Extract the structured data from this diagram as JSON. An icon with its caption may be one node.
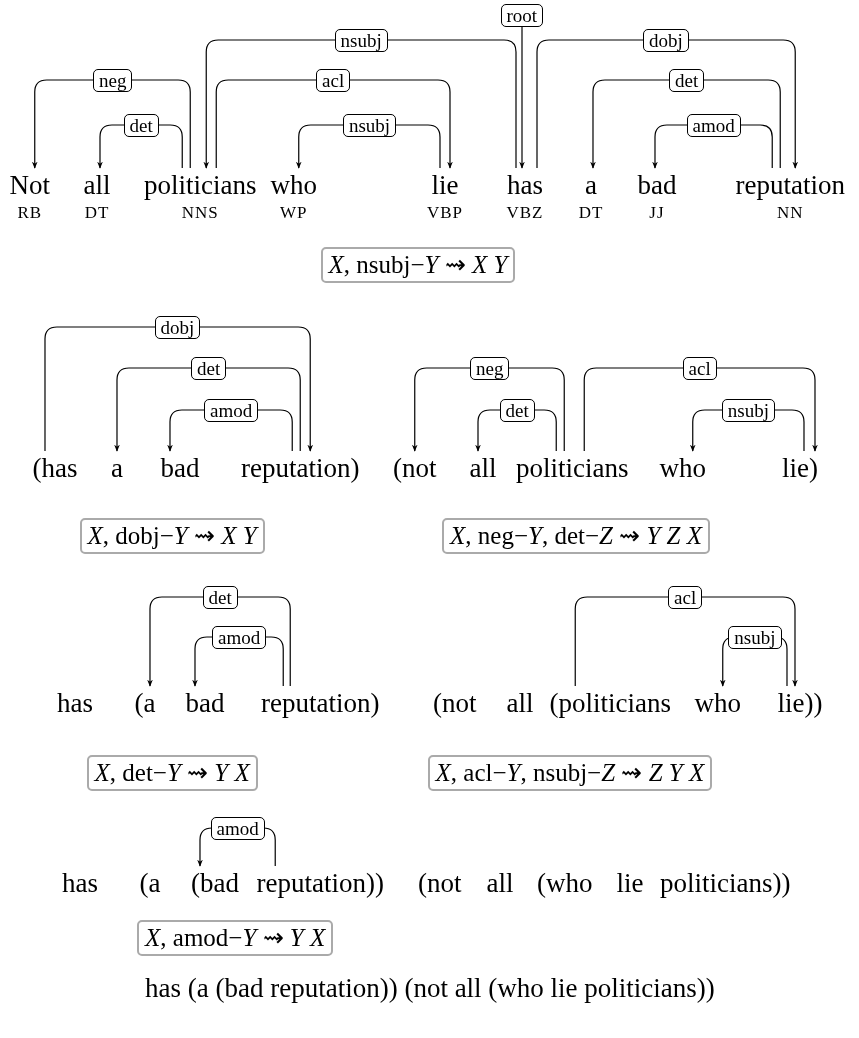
{
  "diagram": {
    "nodes": [
      {
        "text": [
          "Not"
        ],
        "beside": [
          "RB"
        ]
      },
      {
        "text": [
          "all"
        ],
        "beside": [
          "DT"
        ]
      },
      {
        "text": [
          "politicians"
        ],
        "beside": [
          "NNS"
        ]
      },
      {
        "text": [
          "who"
        ],
        "beside": [
          "WP"
        ]
      },
      {
        "text": [
          "lie"
        ],
        "beside": [
          "VBP"
        ]
      },
      {
        "text": [
          "has"
        ],
        "beside": [
          "VBZ"
        ]
      },
      {
        "text": [
          "a"
        ],
        "beside": [
          "DT"
        ]
      },
      {
        "text": [
          "bad"
        ],
        "beside": [
          "JJ"
        ]
      },
      {
        "text": [
          "reputation"
        ],
        "beside": [
          "NN"
        ]
      },
      {
        "text": [
          "*X*, nsubj−*Y* ⇝ *X* *Y*"
        ]
      },
      {
        "text": [
          "(has"
        ]
      },
      {
        "text": [
          "a"
        ]
      },
      {
        "text": [
          "bad"
        ]
      },
      {
        "text": [
          "reputation)"
        ]
      },
      {
        "text": [
          "(not"
        ]
      },
      {
        "text": [
          "all"
        ]
      },
      {
        "text": [
          "politicians"
        ]
      },
      {
        "text": [
          "who"
        ]
      },
      {
        "text": [
          "lie)"
        ]
      },
      {
        "text": [
          "*X*, dobj−*Y* ⇝ *X* *Y*"
        ]
      },
      {
        "text": [
          "*X*, neg−*Y*, det−*Z* ⇝ *Y* *Z* *X*"
        ]
      },
      {
        "text": [
          "has"
        ]
      },
      {
        "text": [
          "(a"
        ]
      },
      {
        "text": [
          "bad"
        ]
      },
      {
        "text": [
          "reputation)"
        ]
      },
      {
        "text": [
          "(not"
        ]
      },
      {
        "text": [
          "all"
        ]
      },
      {
        "text": [
          "(politicians"
        ]
      },
      {
        "text": [
          "who"
        ]
      },
      {
        "text": [
          "lie))"
        ]
      },
      {
        "text": [
          "*X*, det−*Y* ⇝ *Y* *X*"
        ]
      },
      {
        "text": [
          "*X*, acl−*Y*, nsubj−*Z* ⇝ *Z* *Y* *X*"
        ]
      },
      {
        "text": [
          "has"
        ]
      },
      {
        "text": [
          "(a"
        ]
      },
      {
        "text": [
          "(bad"
        ]
      },
      {
        "text": [
          "reputation))"
        ]
      },
      {
        "text": [
          "(not"
        ]
      },
      {
        "text": [
          "all"
        ]
      },
      {
        "text": [
          "(who"
        ]
      },
      {
        "text": [
          "lie"
        ]
      },
      {
        "text": [
          "politicians))"
        ]
      },
      {
        "text": [
          "*X*, amod−*Y* ⇝ *Y* *X*"
        ]
      }
    ],
    "edges": [
      {
        "from": 2,
        "to": 0,
        "arrow": "to",
        "label": "neg"
      },
      {
        "from": 2,
        "to": 1,
        "arrow": "to",
        "label": "det"
      },
      {
        "from": 5,
        "to": 2,
        "arrow": "to",
        "label": "nsubj"
      },
      {
        "from": 2,
        "to": 4,
        "arrow": "to",
        "label": "acl"
      },
      {
        "from": 4,
        "to": 3,
        "arrow": "to",
        "label": "nsubj"
      },
      {
        "from": null,
        "to": 5,
        "arrow": "to",
        "label": "root"
      },
      {
        "from": 5,
        "to": 8,
        "arrow": "to",
        "label": "dobj"
      },
      {
        "from": 8,
        "to": 6,
        "arrow": "to",
        "label": "det"
      },
      {
        "from": 8,
        "to": 7,
        "arrow": "to",
        "label": "amod"
      },
      {
        "from": 10,
        "to": 13,
        "arrow": "to",
        "label": "dobj"
      },
      {
        "from": 13,
        "to": 11,
        "arrow": "to",
        "label": "det"
      },
      {
        "from": 13,
        "to": 12,
        "arrow": "to",
        "label": "amod"
      },
      {
        "from": 16,
        "to": 14,
        "arrow": "to",
        "label": "neg"
      },
      {
        "from": 16,
        "to": 15,
        "arrow": "to",
        "label": "det"
      },
      {
        "from": 16,
        "to": 18,
        "arrow": "to",
        "label": "acl"
      },
      {
        "from": 18,
        "to": 17,
        "arrow": "to",
        "label": "nsubj"
      },
      {
        "from": 24,
        "to": 22,
        "arrow": "to",
        "label": "det"
      },
      {
        "from": 24,
        "to": 23,
        "arrow": "to",
        "label": "amod"
      },
      {
        "from": 27,
        "to": 29,
        "arrow": "to",
        "label": "acl"
      },
      {
        "from": 29,
        "to": 28,
        "arrow": "to",
        "label": "nsubj"
      },
      {
        "from": 35,
        "to": 34,
        "arrow": "to",
        "label": "amod"
      }
    ],
    "labels": [
      "has (a (bad reputation)) (not all (who lie politicians))"
    ]
  }
}
